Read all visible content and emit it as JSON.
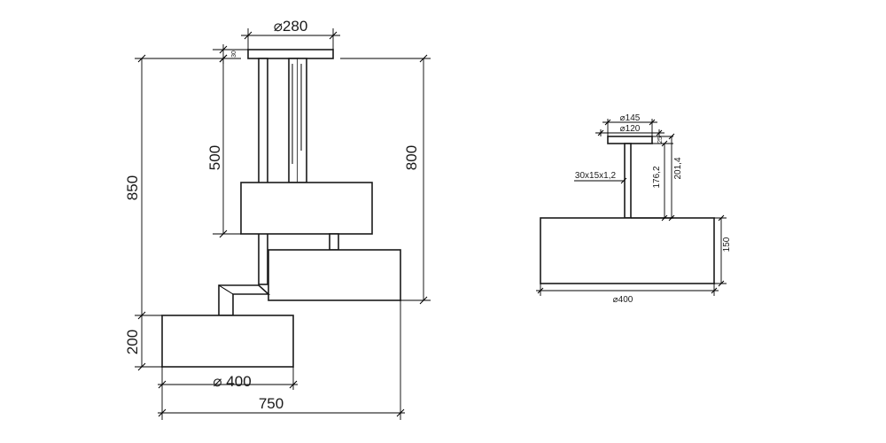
{
  "left_view": {
    "canopy_diameter": "⌀280",
    "canopy_height": "30",
    "stem_length": "500",
    "overall_height": "850",
    "drop_height": "800",
    "bottom_shade_height": "200",
    "shade_diameter": "⌀ 400",
    "overall_width": "750"
  },
  "right_view": {
    "canopy_outer_diameter": "⌀145",
    "canopy_inner_diameter": "⌀120",
    "canopy_thickness": "25",
    "tube_profile": "30x15x1,2",
    "stem_drop": "176,2",
    "total_drop": "201,4",
    "shade_height": "150",
    "shade_diameter": "⌀400"
  }
}
